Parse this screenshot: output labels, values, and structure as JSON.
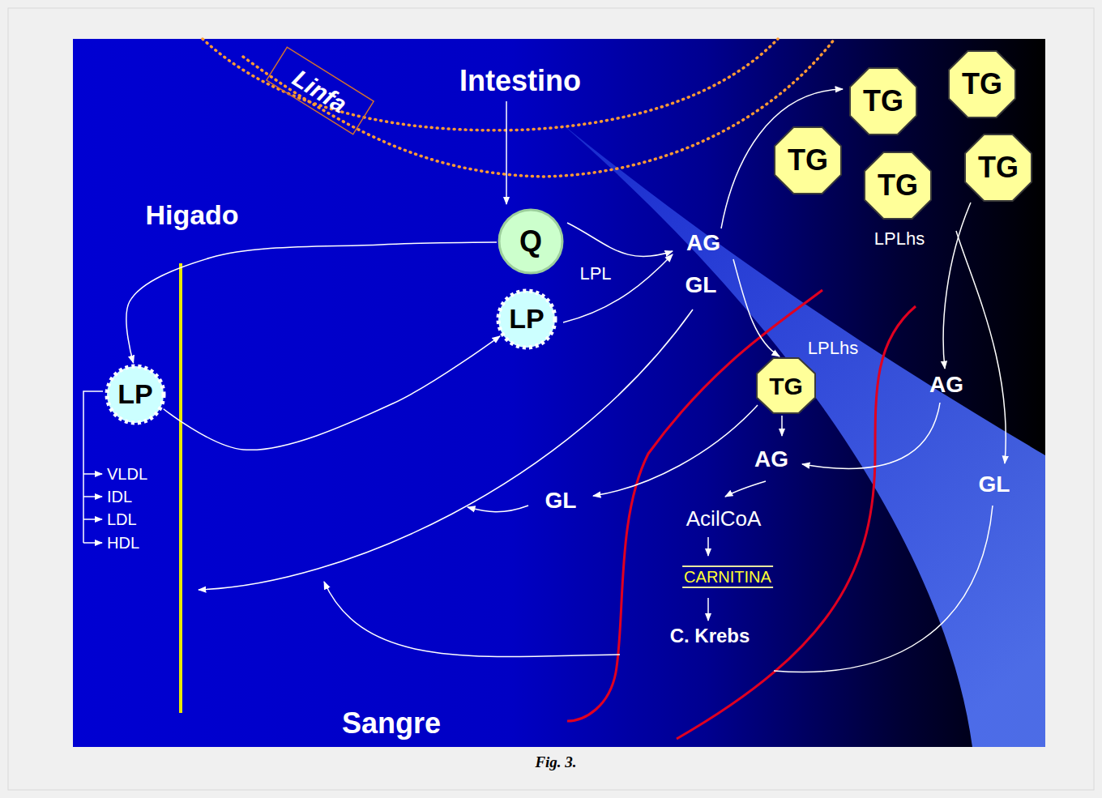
{
  "diagram": {
    "caption": "Fig. 3.",
    "nodes": [
      {
        "text": [
          "Linfa"
        ]
      },
      {
        "text": [
          "TG"
        ]
      },
      {
        "text": [
          "TG"
        ]
      },
      {
        "text": [
          "TG"
        ]
      },
      {
        "text": [
          "TG"
        ]
      },
      {
        "text": [
          "TG"
        ]
      },
      {
        "text": [
          "Q"
        ]
      },
      {
        "text": [
          "LP"
        ]
      },
      {
        "text": [
          "LP"
        ]
      },
      {
        "text": [
          "TG"
        ]
      }
    ],
    "edges": [
      {
        "from": 6,
        "to": 8,
        "arrow": "to"
      },
      {
        "from": 8,
        "to": 7,
        "arrow": "to"
      }
    ],
    "labels": [
      "Intestino",
      "Higado",
      "AG",
      "GL",
      "LPL",
      "LPLhs",
      "LPLhs",
      "AG",
      "AG",
      "GL",
      "GL",
      "AcilCoA",
      "CARNITINA",
      "C. Krebs",
      "VLDL",
      "IDL",
      "LDL",
      "HDL",
      "Sangre"
    ]
  }
}
